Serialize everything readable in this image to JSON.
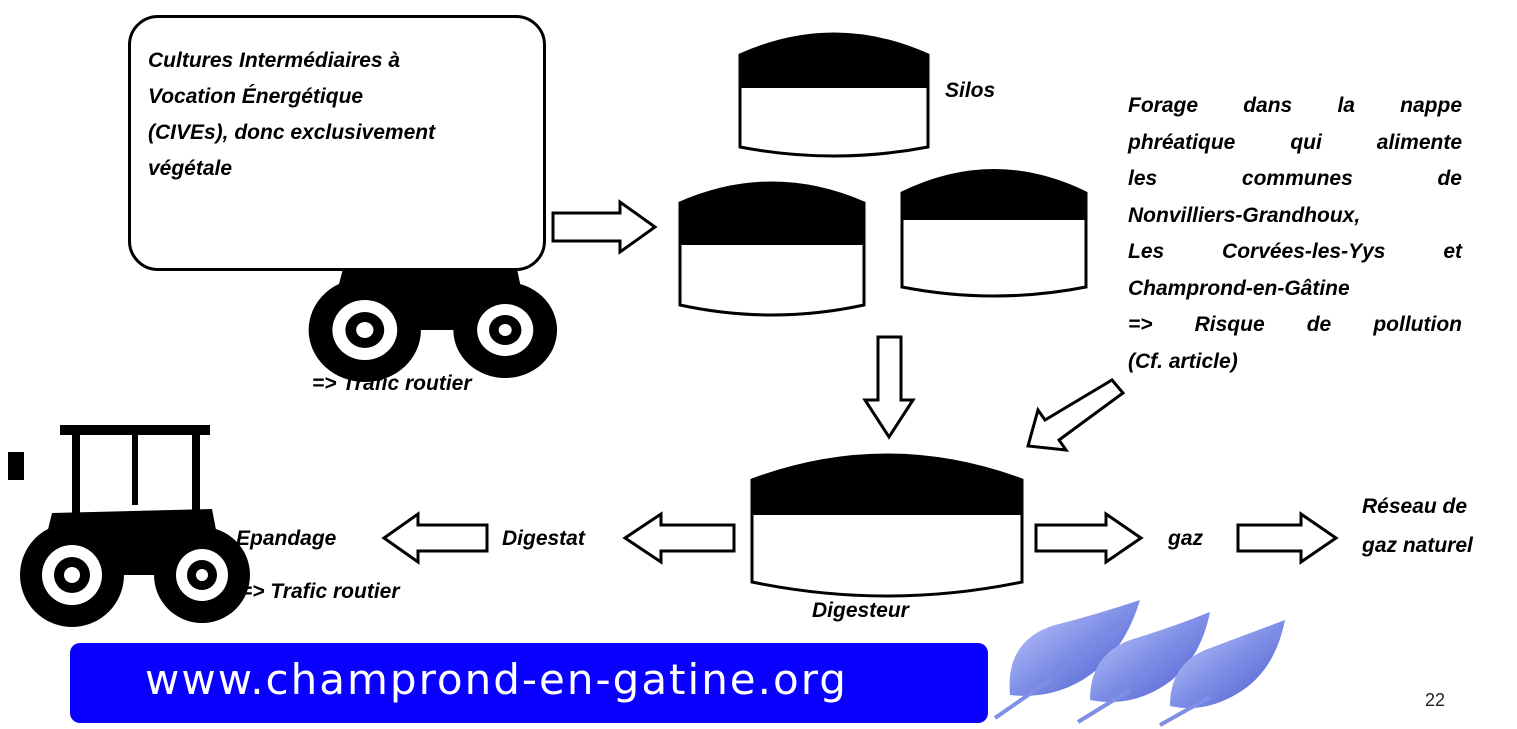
{
  "inputs_box": {
    "lines": [
      "Cultures Intermédiaires à",
      "Vocation Énergétique",
      "(CIVEs), donc exclusivement",
      "végétale"
    ]
  },
  "labels": {
    "silos": "Silos",
    "traffic_top": "=> Trafic routier",
    "traffic_bottom": "=> Trafic routier",
    "epandage": "Epandage",
    "digestat": "Digestat",
    "digesteur": "Digesteur",
    "gaz": "gaz",
    "reseau_line1": "Réseau de",
    "reseau_line2": "gaz naturel"
  },
  "water_note": {
    "l1": [
      "Forage",
      "dans",
      "la",
      "nappe"
    ],
    "l2": [
      "phréatique",
      "qui",
      "alimente"
    ],
    "l3": [
      "les",
      "communes",
      "de"
    ],
    "l4": "Nonvilliers-Grandhoux,",
    "l5": [
      "Les",
      "Corvées-les-Yys",
      "et"
    ],
    "l6": "Champrond-en-Gâtine",
    "l7": [
      "=>",
      "Risque",
      "de",
      "pollution"
    ],
    "l8": "(Cf. article)"
  },
  "footer": {
    "url": "www.champrond-en-gatine.org",
    "page_number": "22"
  },
  "colors": {
    "banner": "#0a00ff",
    "leaf": "#7f8fe6"
  },
  "icons": [
    "tractor-icon",
    "silo-icon",
    "digester-icon",
    "arrow-icon",
    "leaf-icon"
  ]
}
